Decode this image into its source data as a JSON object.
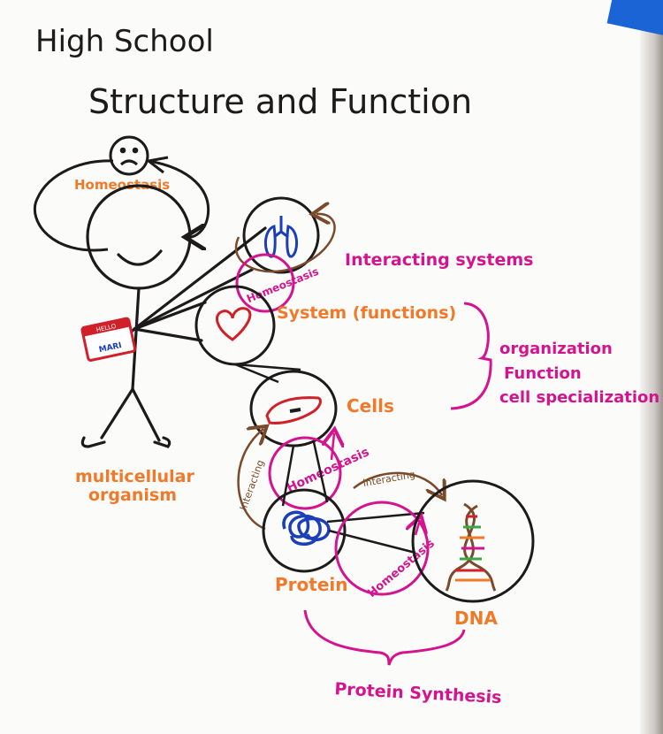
{
  "title": {
    "line1": "High School",
    "line2": "Structure and Function"
  },
  "labels": {
    "homeostasis_head": "Homeostasis",
    "homeostasis_lungs": "Homeostasis",
    "homeostasis_cells": "Homeostasis",
    "homeostasis_dna": "Homeostasis",
    "interacting_systems": "Interacting systems",
    "system_functions": "System (functions)",
    "organization": "organization",
    "function": "Function",
    "cell_specialization": "cell specialization",
    "cells": "Cells",
    "multicellular_line1": "multicellular",
    "multicellular_line2": "organism",
    "interacting_left": "Interacting",
    "interacting_right": "interacting",
    "protein": "Protein",
    "dna": "DNA",
    "protein_synthesis": "Protein Synthesis"
  },
  "badge": {
    "top_text": "HELLO",
    "name_text": "MARI"
  },
  "colors": {
    "ink_black": "#1c1a1a",
    "orange": "#f07a2a",
    "magenta": "#d4148f",
    "brown": "#7a4a2a",
    "blue": "#1a3fb8",
    "red": "#d0202a",
    "green": "#3aa84a",
    "tape_blue": "#1a64d6"
  }
}
